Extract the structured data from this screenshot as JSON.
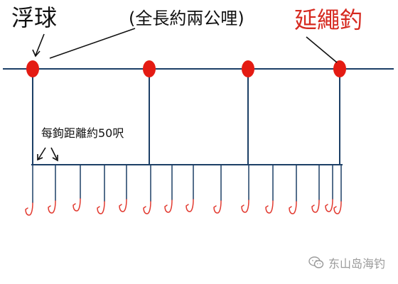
{
  "labels": {
    "float": "浮球",
    "length": "(全長約兩公哩)",
    "title": "延繩釣",
    "hook_spacing": "每鉤距離約50呎"
  },
  "watermark": {
    "text": "东山岛海钓",
    "icon": "wechat-icon"
  },
  "diagram": {
    "float_count": 4,
    "hook_count": 15,
    "colors": {
      "line": "#1c3f66",
      "float": "#e41b13",
      "hook": "#e23a30",
      "title": "#d6291f",
      "watermark": "#9a9a9a"
    }
  }
}
